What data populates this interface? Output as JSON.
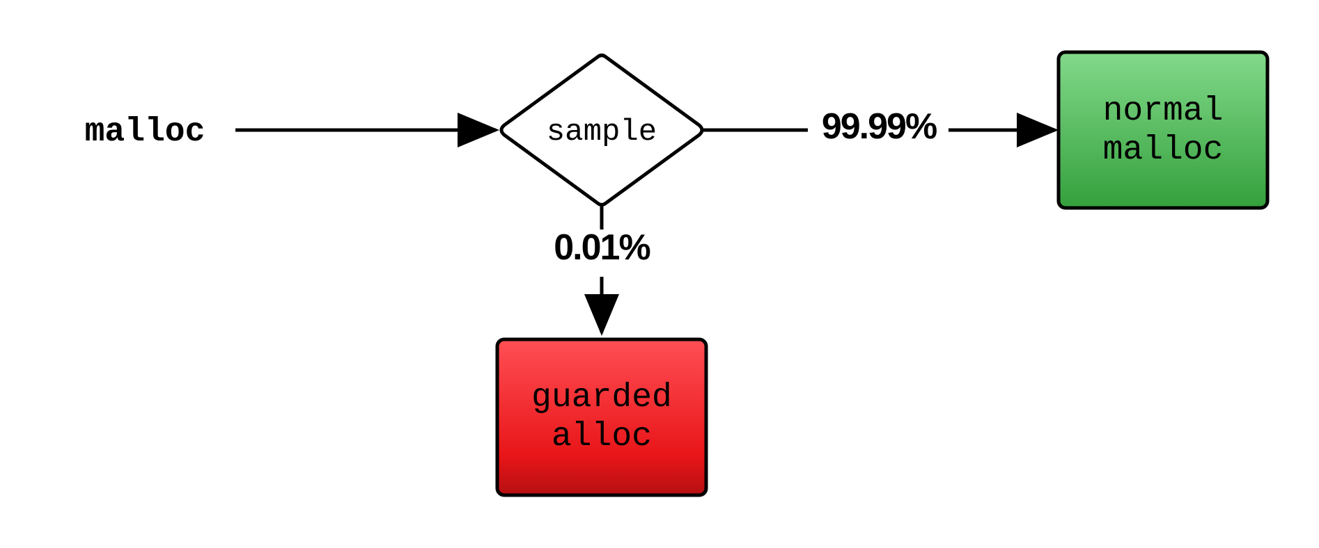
{
  "diagram": {
    "source_label": "malloc",
    "decision_label": "sample",
    "normal_box": {
      "line1": "normal",
      "line2": "malloc",
      "color_top": "#82d98a",
      "color_bottom": "#34a03c"
    },
    "guarded_box": {
      "line1": "guarded",
      "line2": "alloc",
      "color_top": "#ff4f55",
      "color_bottom": "#b51012"
    },
    "edge_normal_label": "99.99%",
    "edge_guarded_label": "0.01%"
  }
}
